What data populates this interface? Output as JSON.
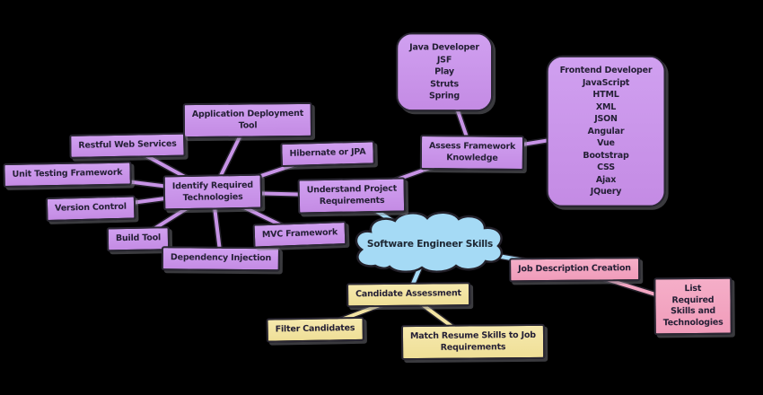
{
  "diagram": {
    "type": "mind-map",
    "background": "#000000",
    "palette": {
      "purple_branch": "#c793e6",
      "blue_root": "#a5daf5",
      "yellow_branch": "#f2e3a2",
      "pink_branch": "#f2a6c2",
      "outline": "#232029",
      "text": "#241f35"
    }
  },
  "nodes": {
    "root": {
      "label": "Software Engineer Skills",
      "branch": "blue"
    },
    "understand_project": {
      "label": "Understand Project\nRequirements",
      "branch": "purple"
    },
    "identify_required": {
      "label": "Identify Required\nTechnologies",
      "branch": "purple"
    },
    "application_deployment": {
      "label": "Application Deployment\nTool",
      "branch": "purple"
    },
    "restful_web_services": {
      "label": "Restful Web Services",
      "branch": "purple"
    },
    "unit_testing_framework": {
      "label": "Unit Testing Framework",
      "branch": "purple"
    },
    "version_control": {
      "label": "Version Control",
      "branch": "purple"
    },
    "build_tool": {
      "label": "Build Tool",
      "branch": "purple"
    },
    "dependency_injection": {
      "label": "Dependency Injection",
      "branch": "purple"
    },
    "mvc_framework": {
      "label": "MVC Framework",
      "branch": "purple"
    },
    "hibernate_or_jpa": {
      "label": "Hibernate or JPA",
      "branch": "purple"
    },
    "assess_framework": {
      "label": "Assess Framework\nKnowledge",
      "branch": "purple"
    },
    "java_developer": {
      "label": "Java Developer\nJSF\nPlay\nStruts\nSpring",
      "branch": "purple"
    },
    "frontend_developer": {
      "label": "Frontend Developer\nJavaScript\nHTML\nXML\nJSON\nAngular\nVue\nBootstrap\nCSS\nAjax\nJQuery",
      "branch": "purple"
    },
    "candidate_assessment": {
      "label": "Candidate Assessment",
      "branch": "yellow"
    },
    "filter_candidates": {
      "label": "Filter Candidates",
      "branch": "yellow"
    },
    "match_resume": {
      "label": "Match Resume Skills to Job\nRequirements",
      "branch": "yellow"
    },
    "job_description": {
      "label": "Job Description Creation",
      "branch": "pink"
    },
    "list_required": {
      "label": "List Required Skills and\nTechnologies",
      "branch": "pink"
    }
  },
  "edges": [
    {
      "from": "identify_required",
      "to": "application_deployment",
      "branch": "purple"
    },
    {
      "from": "identify_required",
      "to": "restful_web_services",
      "branch": "purple"
    },
    {
      "from": "identify_required",
      "to": "unit_testing_framework",
      "branch": "purple"
    },
    {
      "from": "identify_required",
      "to": "version_control",
      "branch": "purple"
    },
    {
      "from": "identify_required",
      "to": "build_tool",
      "branch": "purple"
    },
    {
      "from": "identify_required",
      "to": "dependency_injection",
      "branch": "purple"
    },
    {
      "from": "identify_required",
      "to": "mvc_framework",
      "branch": "purple"
    },
    {
      "from": "identify_required",
      "to": "hibernate_or_jpa",
      "branch": "purple"
    },
    {
      "from": "identify_required",
      "to": "understand_project",
      "branch": "purple"
    },
    {
      "from": "understand_project",
      "to": "assess_framework",
      "branch": "purple"
    },
    {
      "from": "assess_framework",
      "to": "java_developer",
      "branch": "purple"
    },
    {
      "from": "assess_framework",
      "to": "frontend_developer",
      "branch": "purple"
    },
    {
      "from": "root",
      "to": "understand_project",
      "branch": "blue"
    },
    {
      "from": "root",
      "to": "candidate_assessment",
      "branch": "blue"
    },
    {
      "from": "root",
      "to": "job_description",
      "branch": "blue"
    },
    {
      "from": "candidate_assessment",
      "to": "filter_candidates",
      "branch": "yellow"
    },
    {
      "from": "candidate_assessment",
      "to": "match_resume",
      "branch": "yellow"
    },
    {
      "from": "job_description",
      "to": "list_required",
      "branch": "pink"
    }
  ]
}
